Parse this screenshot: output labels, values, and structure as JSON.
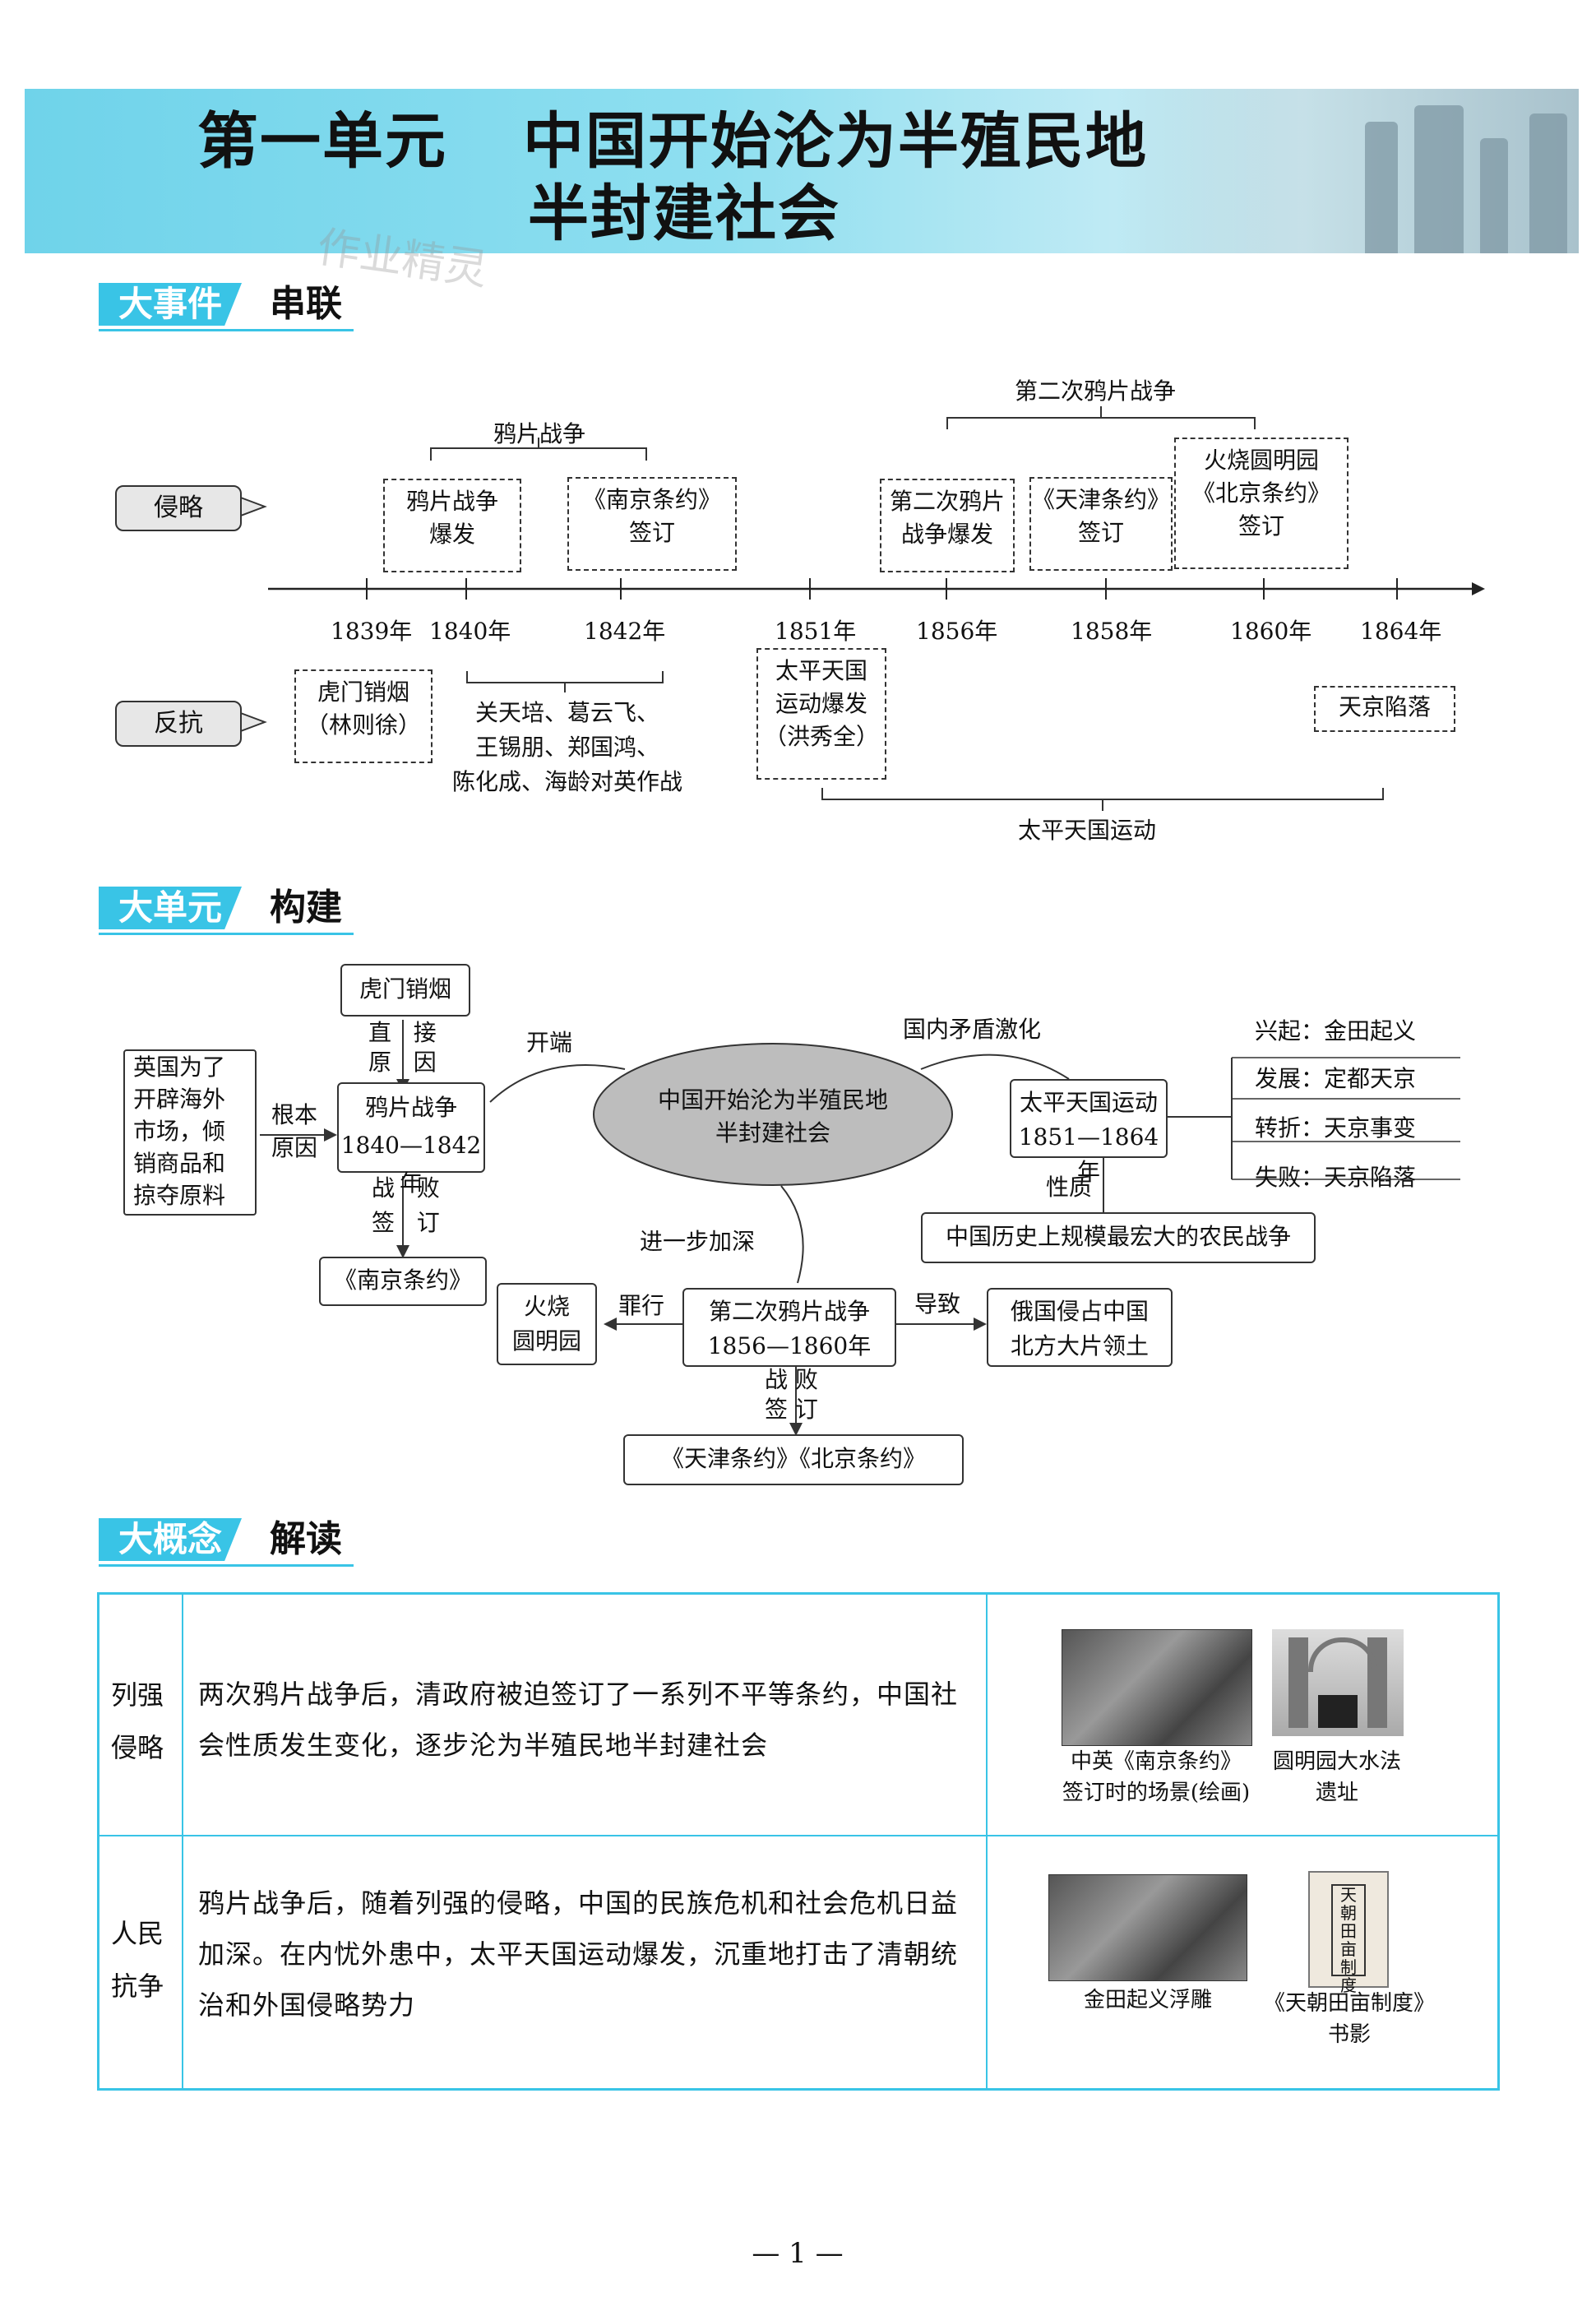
{
  "header": {
    "unit": "第一单元",
    "title_line1": "中国开始沦为半殖民地",
    "title_line2": "半封建社会",
    "watermark": "作业精灵"
  },
  "sections": {
    "events": {
      "badge": "大事件",
      "word": "串联"
    },
    "unit": {
      "badge": "大单元",
      "word": "构建"
    },
    "concept": {
      "badge": "大概念",
      "word": "解读"
    }
  },
  "timeline": {
    "aggression_label": "侵略",
    "resistance_label": "反抗",
    "years": [
      "1839年",
      "1840年",
      "1842年",
      "1851年",
      "1856年",
      "1858年",
      "1860年",
      "1864年"
    ],
    "opium_war": "鸦片战争",
    "second_opium_war": "第二次鸦片战争",
    "taiping_movement": "太平天国运动",
    "top_events": [
      {
        "line1": "鸦片战争",
        "line2": "爆发"
      },
      {
        "line1": "《南京条约》",
        "line2": "签订"
      },
      {
        "line1": "第二次鸦片",
        "line2": "战争爆发"
      },
      {
        "line1": "《天津条约》",
        "line2": "签订"
      },
      {
        "line1": "火烧圆明园",
        "line2": "《北京条约》",
        "line3": "签订"
      }
    ],
    "bottom_events": {
      "humen": {
        "line1": "虎门销烟",
        "line2": "（林则徐）"
      },
      "heroes": {
        "line1": "关天培、葛云飞、",
        "line2": "王锡朋、郑国鸿、",
        "line3": "陈化成、海龄对英作战"
      },
      "taiping": {
        "line1": "太平天国",
        "line2": "运动爆发",
        "line3": "（洪秀全）"
      },
      "tianjing": "天京陷落"
    }
  },
  "mindmap": {
    "center": {
      "line1": "中国开始沦为半殖民地",
      "line2": "半封建社会"
    },
    "humen": "虎门销烟",
    "direct_cause": {
      "a": "直",
      "b": "原",
      "c": "接",
      "d": "因"
    },
    "start": "开端",
    "britain": {
      "l1": "英国为了",
      "l2": "开辟海外",
      "l3": "市场，倾",
      "l4": "销商品和",
      "l5": "掠夺原料"
    },
    "root_cause": {
      "l1": "根本",
      "l2": "原因"
    },
    "opium_war": {
      "l1": "鸦片战争",
      "l2": "1840—1842年"
    },
    "defeat_sign": {
      "a": "战",
      "b": "签",
      "c": "败",
      "d": "订"
    },
    "nanjing": "《南京条约》",
    "deepen": "进一步加深",
    "conflict": "国内矛盾激化",
    "taiping": {
      "l1": "太平天国运动",
      "l2": "1851—1864年"
    },
    "nature": "性质",
    "largest": "中国历史上规模最宏大的农民战争",
    "stages": [
      "兴起：金田起义",
      "发展：定都天京",
      "转折：天京事变",
      "失败：天京陷落"
    ],
    "second_war": {
      "l1": "第二次鸦片战争",
      "l2": "1856—1860年"
    },
    "crime": "罪行",
    "yuanmingyuan": {
      "l1": "火烧",
      "l2": "圆明园"
    },
    "cause_to": "导致",
    "russia": {
      "l1": "俄国侵占中国",
      "l2": "北方大片领土"
    },
    "defeat_sign2": {
      "a": "战",
      "b": "签",
      "c": "败",
      "d": "订"
    },
    "treaties": "《天津条约》《北京条约》"
  },
  "concept_table": {
    "rows": [
      {
        "label1": "列强",
        "label2": "侵略",
        "text": "两次鸦片战争后，清政府被迫签订了一系列不平等条约，中国社会性质发生变化，逐步沦为半殖民地半封建社会",
        "cap1_l1": "中英《南京条约》",
        "cap1_l2": "签订时的场景(绘画)",
        "cap2_l1": "圆明园大水法",
        "cap2_l2": "遗址"
      },
      {
        "label1": "人民",
        "label2": "抗争",
        "text": "鸦片战争后，随着列强的侵略，中国的民族危机和社会危机日益加深。在内忧外患中，太平天国运动爆发，沉重地打击了清朝统治和外国侵略势力",
        "cap1_l1": "金田起义浮雕",
        "cap2_l1": "《天朝田亩制度》",
        "cap2_l2": "书影",
        "book_title": "天朝田亩制度"
      }
    ]
  },
  "page_number": "— 1 —"
}
